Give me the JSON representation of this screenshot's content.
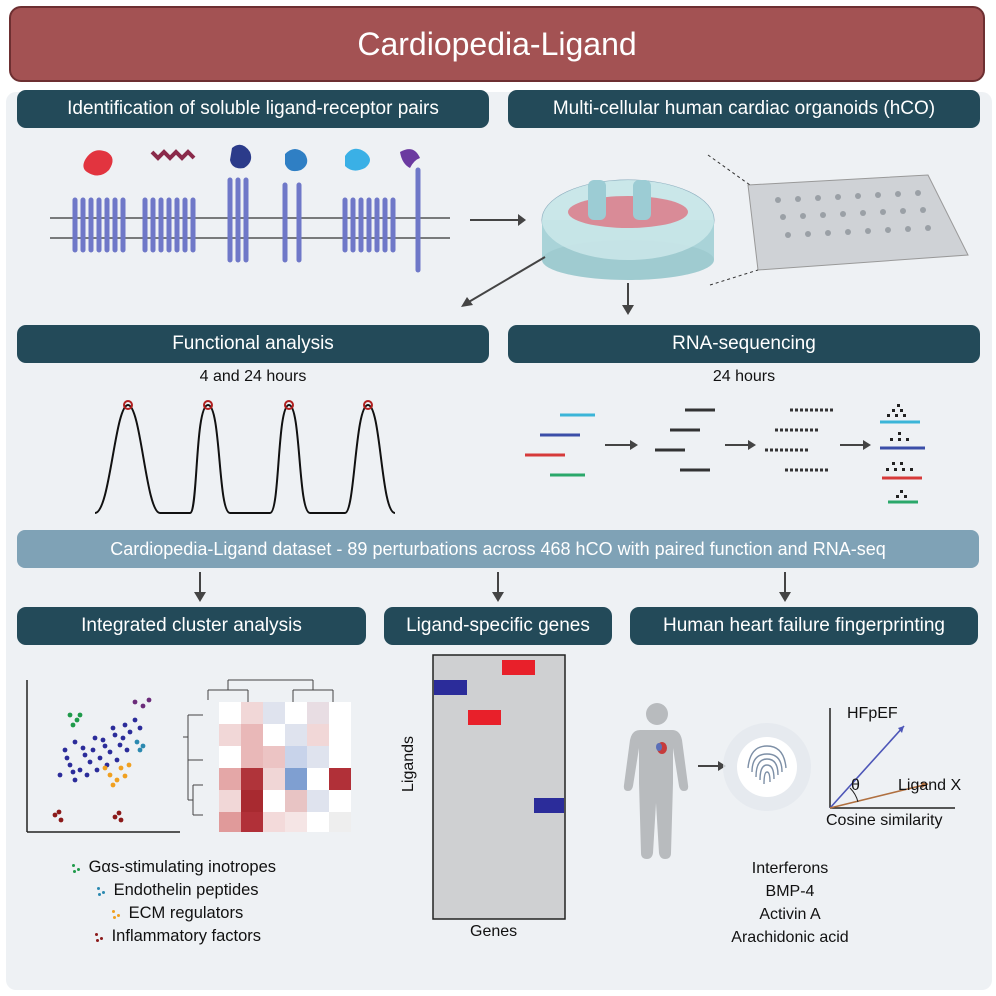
{
  "title": "Cardiopedia-Ligand",
  "sections": {
    "ligand_pairs": "Identification of soluble ligand-receptor pairs",
    "organoids": "Multi-cellular human cardiac organoids (hCO)",
    "functional": "Functional analysis",
    "functional_sub": "4 and 24 hours",
    "rnaseq": "RNA-sequencing",
    "rnaseq_sub": "24 hours",
    "dataset": "Cardiopedia-Ligand dataset - 89 perturbations across 468 hCO with paired function and RNA-seq",
    "cluster": "Integrated cluster analysis",
    "ligand_genes": "Ligand-specific genes",
    "fingerprint": "Human heart failure fingerprinting"
  },
  "cluster_legend": [
    {
      "label": "Gαs-stimulating inotropes",
      "color": "#1f9a4a"
    },
    {
      "label": "Endothelin peptides",
      "color": "#2b89b0"
    },
    {
      "label": "ECM regulators",
      "color": "#f0a020"
    },
    {
      "label": "Inflammatory factors",
      "color": "#8b1a1a"
    }
  ],
  "heatmap_axes": {
    "y": "Ligands",
    "x": "Genes"
  },
  "cosine_plot": {
    "top": "HFpEF",
    "theta": "θ",
    "ligand": "Ligand X",
    "caption": "Cosine similarity"
  },
  "fingerprint_list": [
    "Interferons",
    "BMP-4",
    "Activin A",
    "Arachidonic acid"
  ],
  "colors": {
    "banner": "#a35253",
    "pill": "#234a59",
    "dataset_bar": "#7fa2b6",
    "receptor": "#6f78c8",
    "heat_red": "#e8202a",
    "heat_blue": "#2b2c9a"
  }
}
